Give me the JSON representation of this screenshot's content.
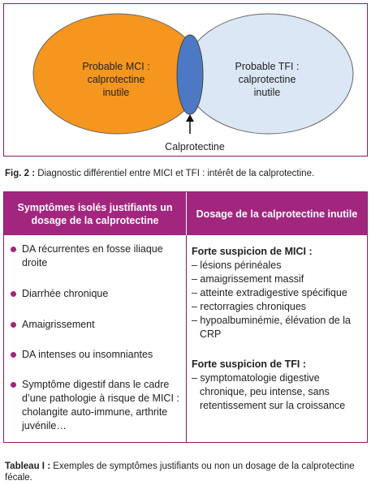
{
  "figure": {
    "mci_lines": [
      "Probable MCI :",
      "calprotectine",
      "inutile"
    ],
    "tfi_lines": [
      "Probable TFI :",
      "calprotectine",
      "inutile"
    ],
    "calprotectine_label": "Calprotectine",
    "colors": {
      "mci": "#f5961e",
      "tfi": "#dbe7f4",
      "overlap": "#4d79c4",
      "border": "#8b1a6b"
    }
  },
  "fig_caption": {
    "prefix": "Fig. 2 :",
    "text": " Diagnostic différentiel entre MICI et TFI : intérêt de la calprotectine."
  },
  "table": {
    "header_left": "Symptômes isolés justifiants un dosage de la calprotectine",
    "header_right": "Dosage de la calprotectine inutile",
    "header_color": "#a3267e",
    "left_items": [
      "DA récurrentes en fosse iliaque droite",
      "Diarrhée chronique",
      "Amaigrissement",
      "DA intenses ou insomniantes",
      "Symptôme digestif dans le cadre d’une pathologie à risque de MICI : cholangite auto-immune, arthrite juvénile…"
    ],
    "right_mci_title": "Forte suspicion de MICI :",
    "right_mci_items": [
      "– lésions périnéales",
      "– amaigrissement massif",
      "– atteinte extradigestive spécifique",
      "– rectorragies chroniques",
      "– hypoalbuminémie, élévation de la CRP"
    ],
    "right_tfi_title": "Forte suspicion de TFI :",
    "right_tfi_items": [
      "– symptomatologie digestive chronique, peu intense, sans retentissement sur la croissance"
    ]
  },
  "tab_caption": {
    "prefix": "Tableau I :",
    "text": " Exemples de symptômes justifiants ou non un dosage de la calprotectine fécale."
  }
}
